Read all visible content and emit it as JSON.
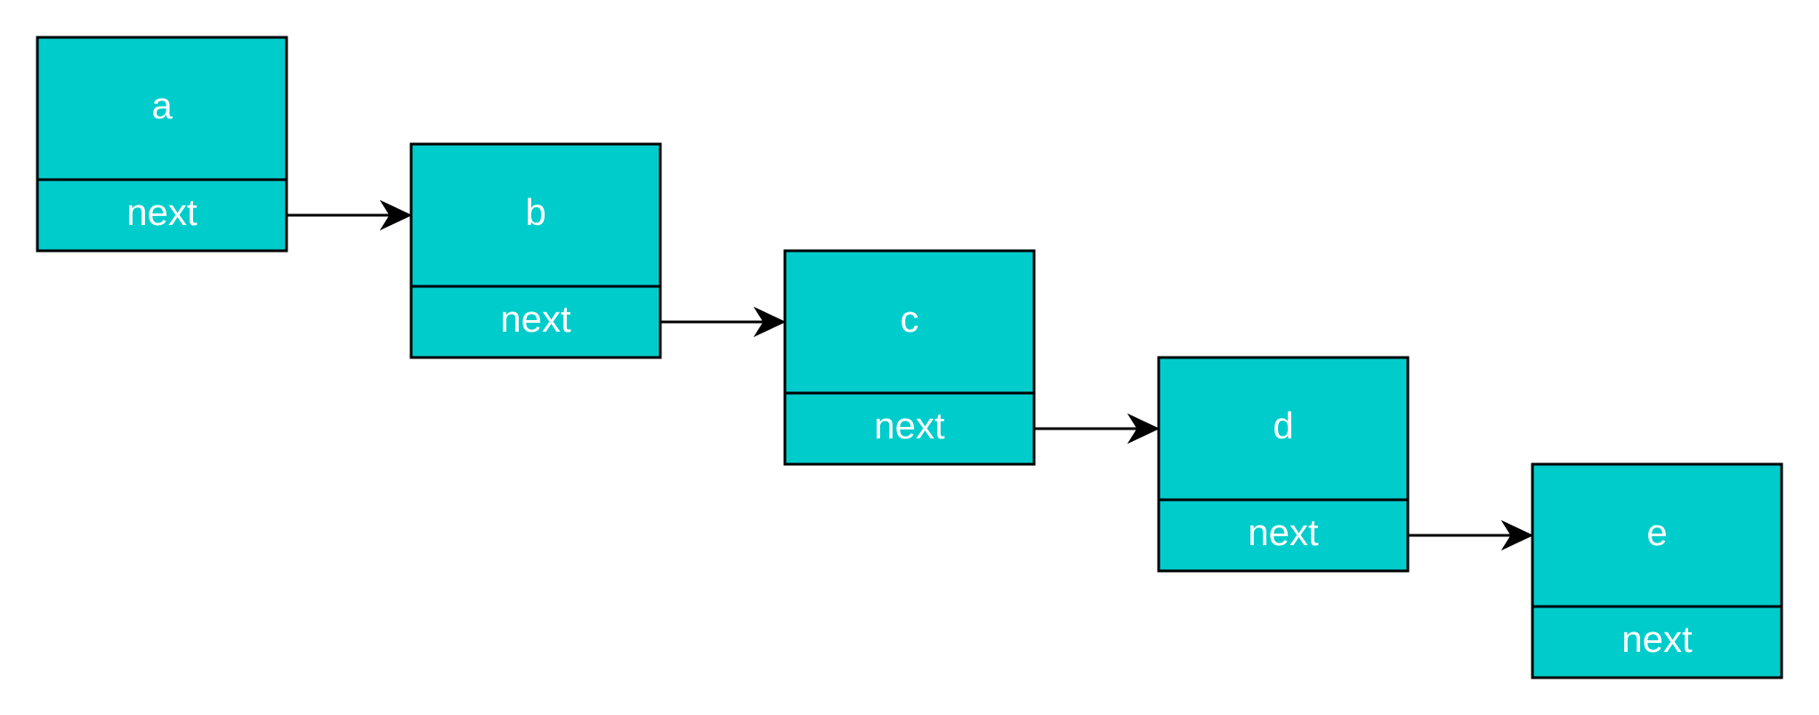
{
  "diagram": {
    "nodes": [
      {
        "value": "a",
        "pointer": "next"
      },
      {
        "value": "b",
        "pointer": "next"
      },
      {
        "value": "c",
        "pointer": "next"
      },
      {
        "value": "d",
        "pointer": "next"
      },
      {
        "value": "e",
        "pointer": "next"
      }
    ],
    "links": [
      {
        "from": 0,
        "to": 1
      },
      {
        "from": 1,
        "to": 2
      },
      {
        "from": 2,
        "to": 3
      },
      {
        "from": 3,
        "to": 4
      }
    ],
    "colors": {
      "node_fill": "#00CCCC",
      "border": "#000000",
      "text": "#FFFFFF",
      "arrow": "#000000"
    }
  }
}
